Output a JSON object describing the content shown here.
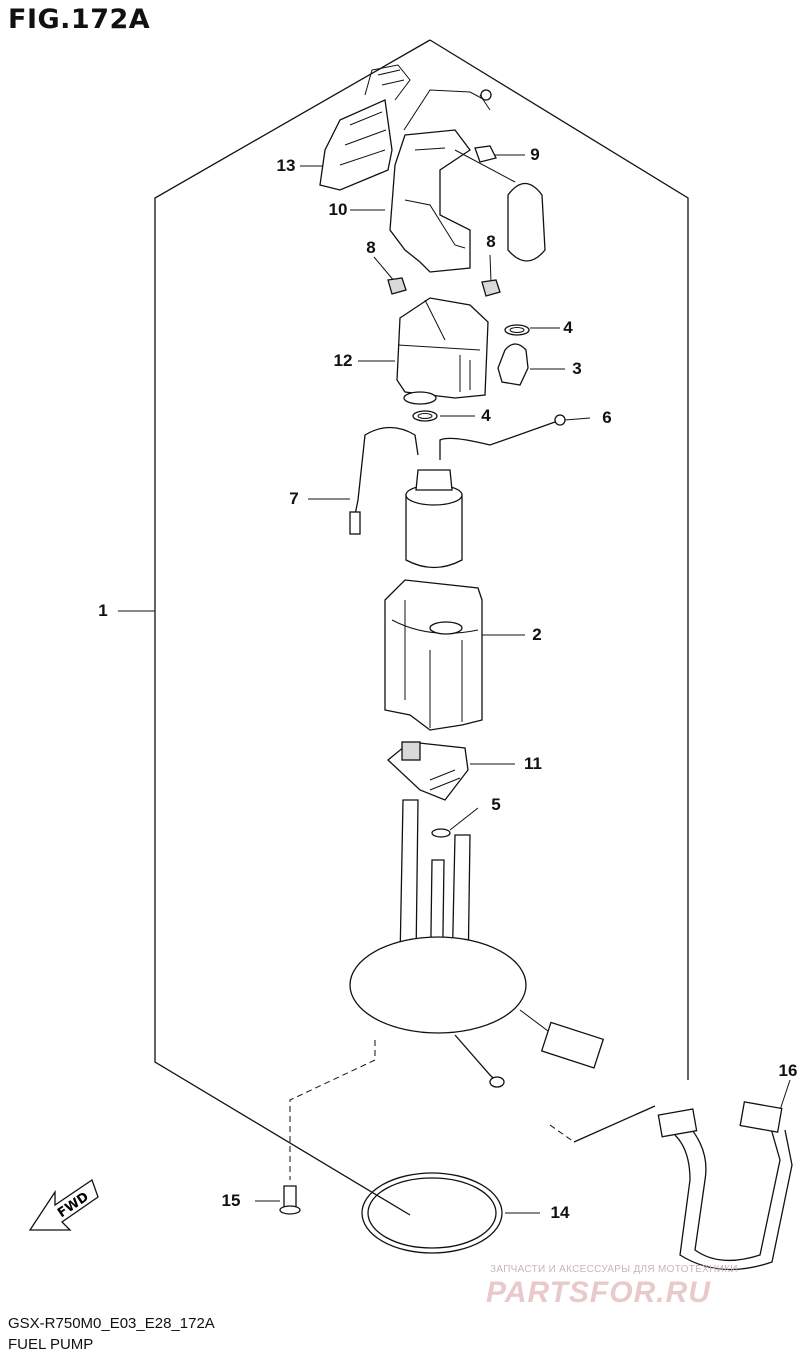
{
  "figure": {
    "title": "FIG.172A",
    "code": "GSX-R750M0_E03_E28_172A",
    "caption": "FUEL PUMP",
    "fwd_label": "FWD"
  },
  "callouts": [
    {
      "id": "1",
      "label": "1"
    },
    {
      "id": "2",
      "label": "2"
    },
    {
      "id": "3",
      "label": "3"
    },
    {
      "id": "4a",
      "label": "4"
    },
    {
      "id": "4b",
      "label": "4"
    },
    {
      "id": "5",
      "label": "5"
    },
    {
      "id": "6",
      "label": "6"
    },
    {
      "id": "7",
      "label": "7"
    },
    {
      "id": "8a",
      "label": "8"
    },
    {
      "id": "8b",
      "label": "8"
    },
    {
      "id": "9",
      "label": "9"
    },
    {
      "id": "10",
      "label": "10"
    },
    {
      "id": "11",
      "label": "11"
    },
    {
      "id": "12",
      "label": "12"
    },
    {
      "id": "13",
      "label": "13"
    },
    {
      "id": "14",
      "label": "14"
    },
    {
      "id": "15",
      "label": "15"
    },
    {
      "id": "16",
      "label": "16"
    }
  ],
  "watermark": {
    "line1": "ЗАПЧАСТИ И АКСЕССУАРЫ ДЛЯ МОТОТЕХНИКИ",
    "line2": "PARTSFOR.RU"
  }
}
